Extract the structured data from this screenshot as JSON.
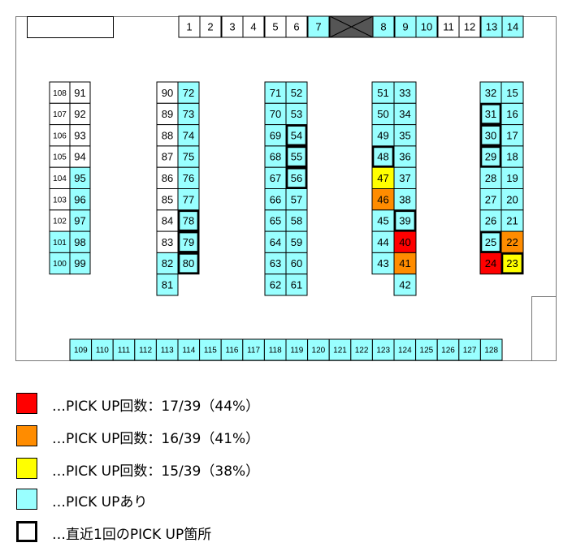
{
  "colors": {
    "red": "#ff0000",
    "orange": "#ff8c00",
    "yellow": "#ffff00",
    "cyan": "#99ffff",
    "white": "#ffffff",
    "line": "#000000",
    "wall": "#777777"
  },
  "map": {
    "top_row": [
      "1",
      "2",
      "3",
      "4",
      "5",
      "6",
      "7",
      "8",
      "9",
      "10",
      "11",
      "12",
      "13",
      "14"
    ],
    "bottom_row": [
      "109",
      "110",
      "111",
      "112",
      "113",
      "114",
      "115",
      "116",
      "117",
      "118",
      "119",
      "120",
      "121",
      "122",
      "123",
      "124",
      "125",
      "126",
      "127",
      "128"
    ],
    "island1_left": [
      "108",
      "107",
      "106",
      "105",
      "104",
      "103",
      "102",
      "101",
      "100"
    ],
    "island1_right": [
      "91",
      "92",
      "93",
      "94",
      "95",
      "96",
      "97",
      "98",
      "99"
    ],
    "island2_left": [
      "90",
      "89",
      "88",
      "87",
      "86",
      "85",
      "84",
      "83",
      "82",
      "81"
    ],
    "island2_right": [
      "72",
      "73",
      "74",
      "75",
      "76",
      "77",
      "78",
      "79",
      "80"
    ],
    "island3_left": [
      "71",
      "70",
      "69",
      "68",
      "67",
      "66",
      "65",
      "64",
      "63",
      "62"
    ],
    "island3_right": [
      "52",
      "53",
      "54",
      "55",
      "56",
      "57",
      "58",
      "59",
      "60",
      "61"
    ],
    "island4_left": [
      "51",
      "50",
      "49",
      "48",
      "47",
      "46",
      "45",
      "44",
      "43"
    ],
    "island4_right": [
      "33",
      "34",
      "35",
      "36",
      "37",
      "38",
      "39",
      "40",
      "41",
      "42"
    ],
    "island5_left": [
      "32",
      "31",
      "30",
      "29",
      "28",
      "27",
      "26",
      "25",
      "24"
    ],
    "island5_right": [
      "15",
      "16",
      "17",
      "18",
      "19",
      "20",
      "21",
      "22",
      "23"
    ]
  },
  "legend": {
    "red_label": "…PICK UP回数：17/39（44%）",
    "orange_label": "…PICK UP回数：16/39（41%）",
    "yellow_label": "…PICK UP回数：15/39（38%）",
    "cyan_label": "…PICK UPあり",
    "box_label": "…直近1回のPICK UP箇所"
  }
}
